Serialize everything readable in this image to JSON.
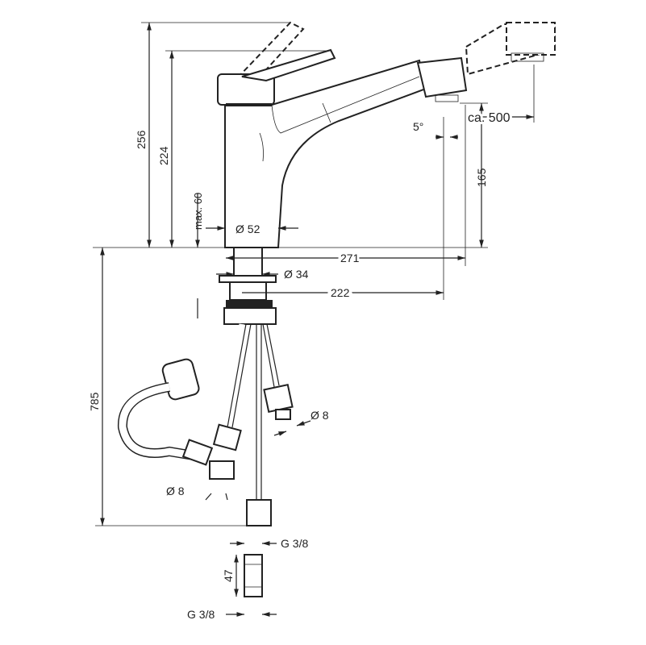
{
  "drawing": {
    "title": "Kitchen mixer with pull-out spout - dimension drawing",
    "dimensions": {
      "total_height": "256",
      "spout_height": "224",
      "max_thickness": "max. 60",
      "body_diameter": "Ø 52",
      "reach": "271",
      "shank_diameter": "Ø 34",
      "outlet_reach": "222",
      "angle": "5°",
      "pullout_length": "ca. 500",
      "outlet_height": "165",
      "hose_length": "785",
      "hose_diameter_right": "Ø 8",
      "hose_diameter_left": "Ø 8",
      "connection_top": "G 3/8",
      "adapter_length": "47",
      "connection_bottom": "G 3/8"
    },
    "colors": {
      "line": "#222222",
      "background": "#ffffff"
    }
  }
}
